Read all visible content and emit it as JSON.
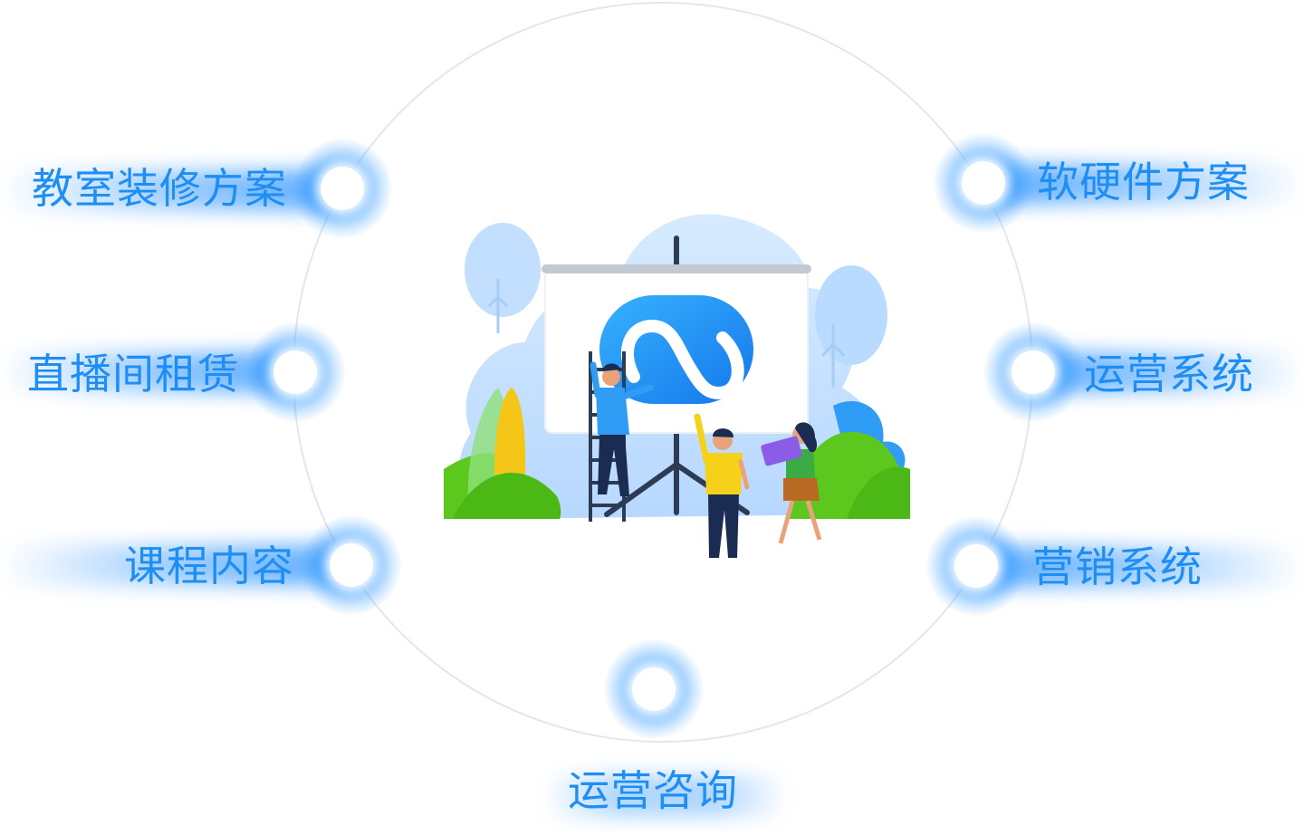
{
  "items": [
    {
      "key": "classroom",
      "label": "教室装修方案"
    },
    {
      "key": "live_room",
      "label": "直播间租赁"
    },
    {
      "key": "course",
      "label": "课程内容"
    },
    {
      "key": "hardware",
      "label": "软硬件方案"
    },
    {
      "key": "ops_system",
      "label": "运营系统"
    },
    {
      "key": "marketing",
      "label": "营销系统"
    },
    {
      "key": "consulting",
      "label": "运营咨询"
    }
  ],
  "colors": {
    "label": "#1e8ef5",
    "glow": "#1e8cff",
    "ring": "#e3e6ec",
    "logo": "#1a8cf0",
    "plant_green": "#5cc81e",
    "plant_yellow": "#f5c518",
    "blob_blue": "#c9e3ff"
  },
  "icons": {
    "center": "presentation-board-illustration",
    "logo": "brand-logo-icon"
  }
}
